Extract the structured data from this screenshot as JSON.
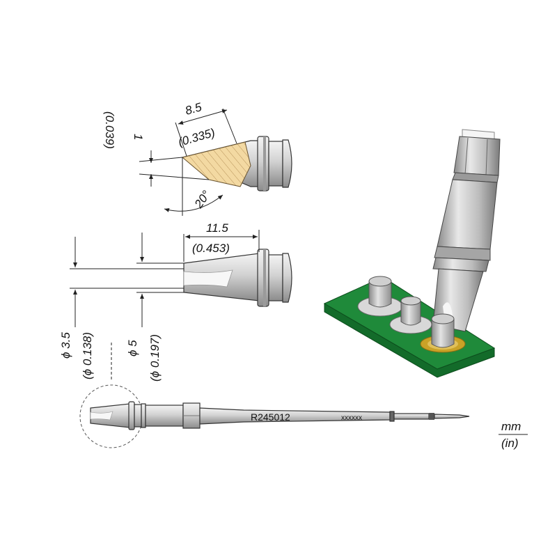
{
  "part_number": "R245012",
  "serial_placeholder": "xxxxxx",
  "units": {
    "primary": "mm",
    "secondary": "(in)"
  },
  "dimensions": {
    "tip_thickness": {
      "mm": "1",
      "in": "(0.039)"
    },
    "bevel_length": {
      "mm": "8.5",
      "in": "(0.335)"
    },
    "bevel_angle": "20°",
    "tip_length": {
      "mm": "11.5",
      "in": "(0.453)"
    },
    "inner_diameter": {
      "mm": "ϕ 3.5",
      "in": "(ϕ 0.138)"
    },
    "outer_diameter": {
      "mm": "ϕ 5",
      "in": "(ϕ 0.197)"
    }
  },
  "colors": {
    "steel_light": "#e6e6e6",
    "steel_mid": "#b3b3b3",
    "steel_dark": "#7a7a7a",
    "solder_face": "#f3d9a2",
    "pcb_green": "#1f8a3a",
    "pcb_dark": "#136b2a",
    "pad_copper": "#c9a227"
  }
}
